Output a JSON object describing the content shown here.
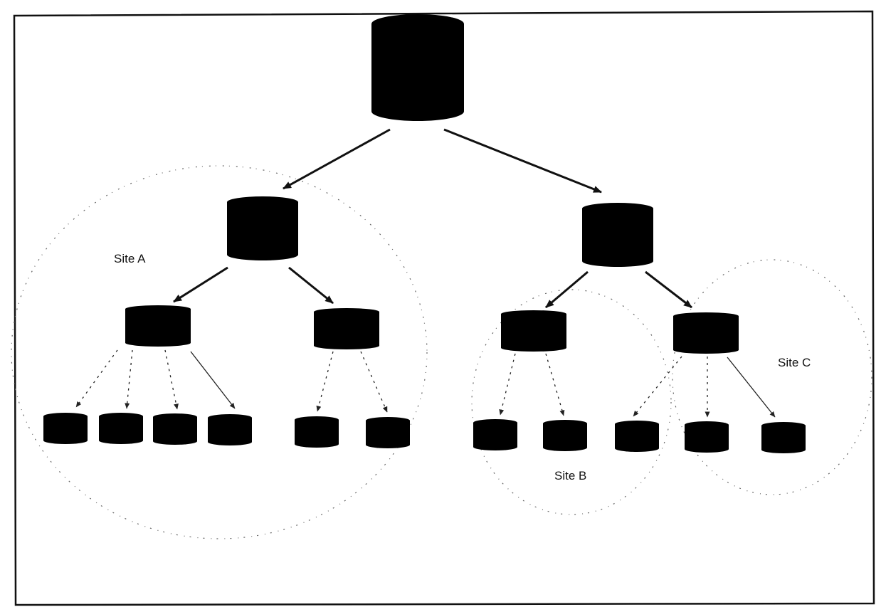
{
  "diagram": {
    "colors": {
      "node": "#000000",
      "edge": "#111111",
      "dotted_edge": "#222222",
      "site_boundary": "#666666",
      "frame": "#111111",
      "background": "#ffffff"
    },
    "sites": [
      {
        "id": "site-a",
        "label": "Site A"
      },
      {
        "id": "site-b",
        "label": "Site B"
      },
      {
        "id": "site-c",
        "label": "Site C"
      }
    ],
    "nodes": [
      {
        "id": "root",
        "level": 0
      },
      {
        "id": "mid-left",
        "level": 1
      },
      {
        "id": "mid-right",
        "level": 1
      },
      {
        "id": "l2-a",
        "level": 2
      },
      {
        "id": "l2-b",
        "level": 2
      },
      {
        "id": "l2-c",
        "level": 2
      },
      {
        "id": "l2-d",
        "level": 2
      },
      {
        "id": "leaf-1",
        "level": 3
      },
      {
        "id": "leaf-2",
        "level": 3
      },
      {
        "id": "leaf-3",
        "level": 3
      },
      {
        "id": "leaf-4",
        "level": 3
      },
      {
        "id": "leaf-5",
        "level": 3
      },
      {
        "id": "leaf-6",
        "level": 3
      },
      {
        "id": "leaf-7",
        "level": 3
      },
      {
        "id": "leaf-8",
        "level": 3
      },
      {
        "id": "leaf-9",
        "level": 3
      },
      {
        "id": "leaf-10",
        "level": 3
      },
      {
        "id": "leaf-11",
        "level": 3
      }
    ],
    "edges": [
      {
        "from": "root",
        "to": "mid-left",
        "style": "solid"
      },
      {
        "from": "root",
        "to": "mid-right",
        "style": "solid"
      },
      {
        "from": "mid-left",
        "to": "l2-a",
        "style": "solid"
      },
      {
        "from": "mid-left",
        "to": "l2-b",
        "style": "solid"
      },
      {
        "from": "mid-right",
        "to": "l2-c",
        "style": "solid"
      },
      {
        "from": "mid-right",
        "to": "l2-d",
        "style": "solid"
      },
      {
        "from": "l2-a",
        "to": "leaf-1",
        "style": "dotted"
      },
      {
        "from": "l2-a",
        "to": "leaf-2",
        "style": "dotted"
      },
      {
        "from": "l2-a",
        "to": "leaf-3",
        "style": "dotted"
      },
      {
        "from": "l2-a",
        "to": "leaf-4",
        "style": "thin"
      },
      {
        "from": "l2-b",
        "to": "leaf-5",
        "style": "dotted"
      },
      {
        "from": "l2-b",
        "to": "leaf-6",
        "style": "dotted"
      },
      {
        "from": "l2-c",
        "to": "leaf-7",
        "style": "dotted"
      },
      {
        "from": "l2-c",
        "to": "leaf-8",
        "style": "dotted"
      },
      {
        "from": "l2-d",
        "to": "leaf-9",
        "style": "dotted"
      },
      {
        "from": "l2-d",
        "to": "leaf-10",
        "style": "dotted"
      },
      {
        "from": "l2-d",
        "to": "leaf-11",
        "style": "thin"
      }
    ]
  }
}
